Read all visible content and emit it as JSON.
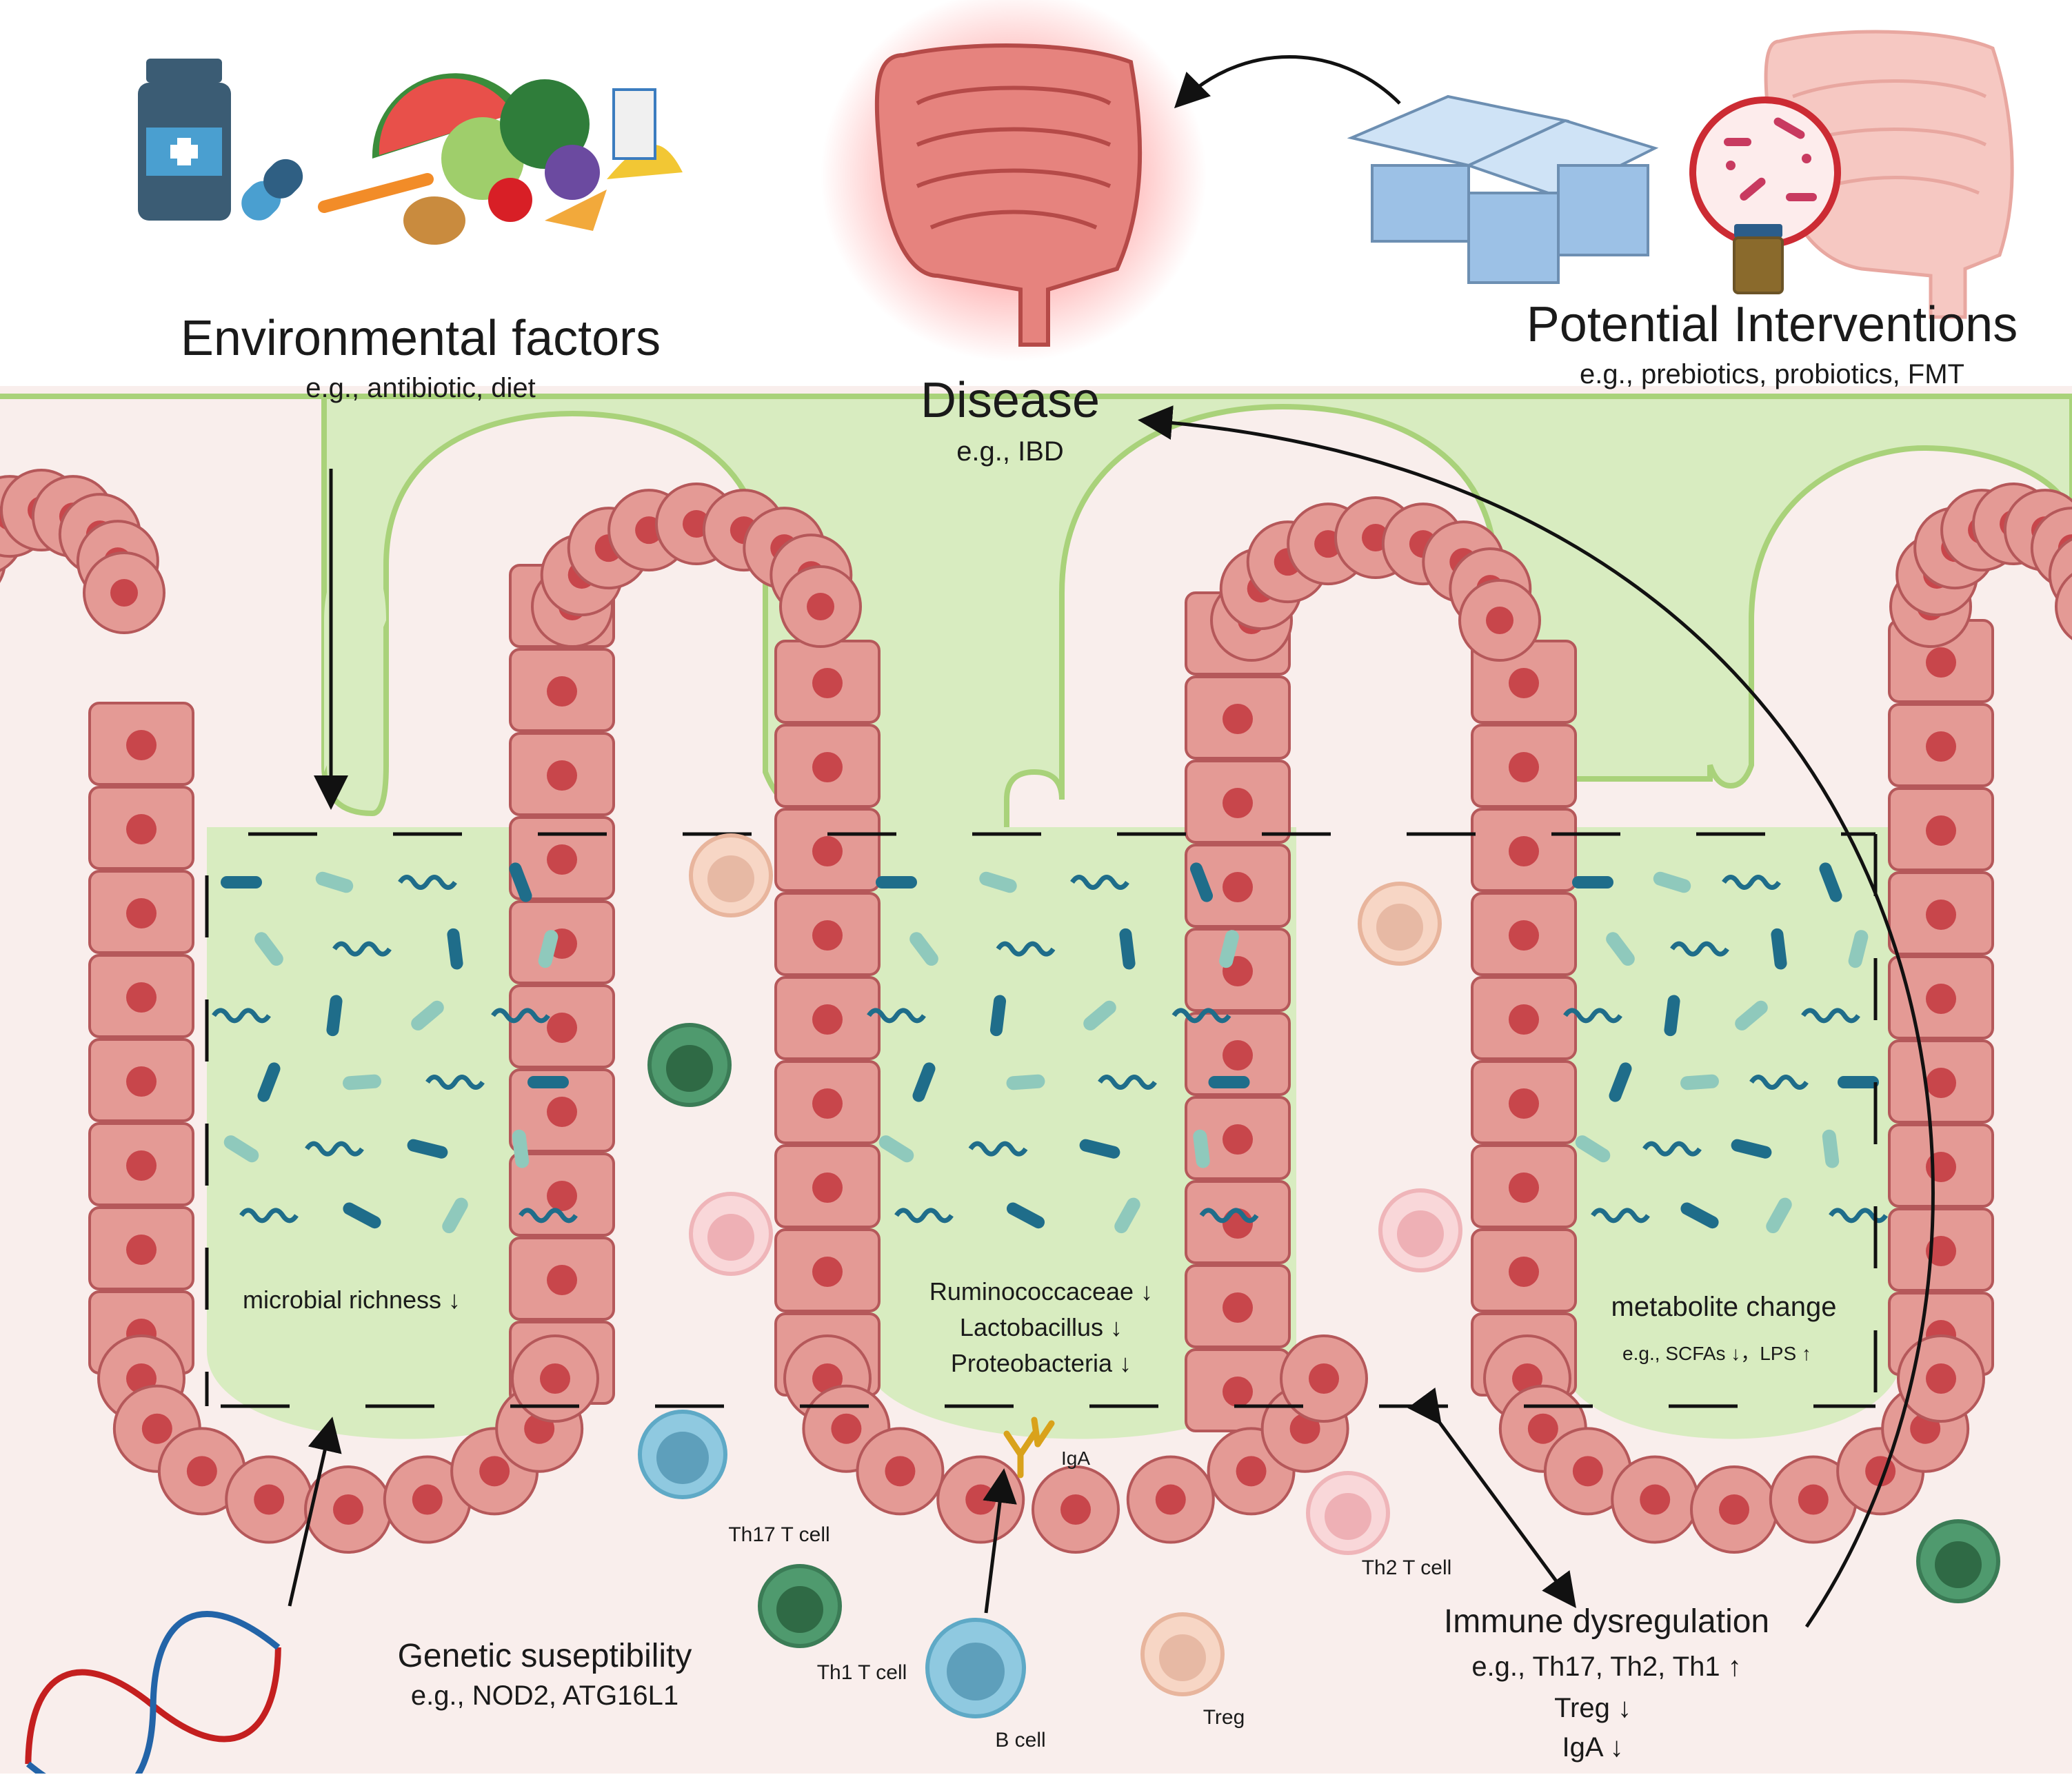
{
  "colors": {
    "lumen": "#d8ecc0",
    "lumen_edge": "#a9d27a",
    "tissue_bg": "#f9eeec",
    "cell_fill": "#e49a95",
    "cell_edge": "#b5585a",
    "nucleus": "#c8464b",
    "bacteria_light": "#8fc9bc",
    "bacteria_dark": "#1f6d8a",
    "arrow": "#111111",
    "dna_red": "#c41f1f",
    "dna_blue": "#2364a8"
  },
  "icons": [
    "medicine-bottle-icon",
    "pill-capsule-icon",
    "food-pile-icon",
    "inflamed-colon-icon",
    "yogurt-cups-icon",
    "microbiome-circle-icon",
    "stool-jar-icon",
    "healthy-colon-icon",
    "dna-helix-icon",
    "iga-antibody-icon"
  ],
  "labels": {
    "env_title": "Environmental factors",
    "env_sub": "e.g., antibiotic, diet",
    "disease_title": "Disease",
    "disease_sub": "e.g., IBD",
    "interventions_title": "Potential Interventions",
    "interventions_sub": "e.g., prebiotics, probiotics, FMT",
    "richness": "microbial richness ↓",
    "taxa": [
      "Ruminococcaceae ↓",
      "Lactobacillus ↓",
      "Proteobacteria ↓"
    ],
    "metabolite": "metabolite change",
    "metabolite_sub": "e.g., SCFAs ↓，LPS ↑",
    "iga": "IgA",
    "genetic_title": "Genetic suseptibility",
    "genetic_sub": "e.g., NOD2, ATG16L1",
    "immune_title": "Immune dysregulation",
    "immune_lines": [
      "e.g., Th17, Th2, Th1 ↑",
      "Treg ↓",
      "IgA ↓"
    ]
  },
  "cells": {
    "th17": "Th17 T cell",
    "th1": "Th1 T cell",
    "b": "B cell",
    "treg": "Treg",
    "th2": "Th2 T cell"
  }
}
